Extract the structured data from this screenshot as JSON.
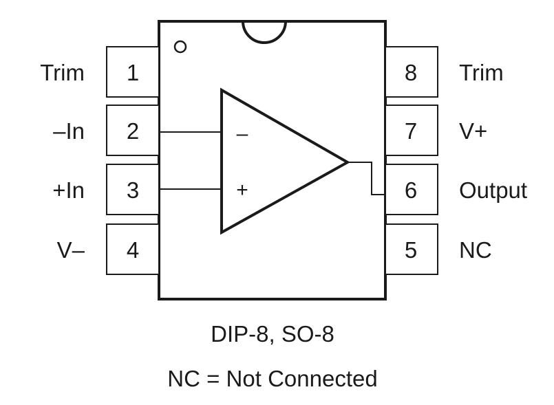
{
  "pins": {
    "left": [
      {
        "number": "1",
        "label": "Trim"
      },
      {
        "number": "2",
        "label": "–In"
      },
      {
        "number": "3",
        "label": "+In"
      },
      {
        "number": "4",
        "label": "V–"
      }
    ],
    "right": [
      {
        "number": "8",
        "label": "Trim"
      },
      {
        "number": "7",
        "label": "V+"
      },
      {
        "number": "6",
        "label": "Output"
      },
      {
        "number": "5",
        "label": "NC"
      }
    ]
  },
  "opamp": {
    "inverting_sign": "–",
    "noninverting_sign": "+"
  },
  "captions": {
    "package": "DIP-8, SO-8",
    "legend": "NC = Not Connected"
  }
}
